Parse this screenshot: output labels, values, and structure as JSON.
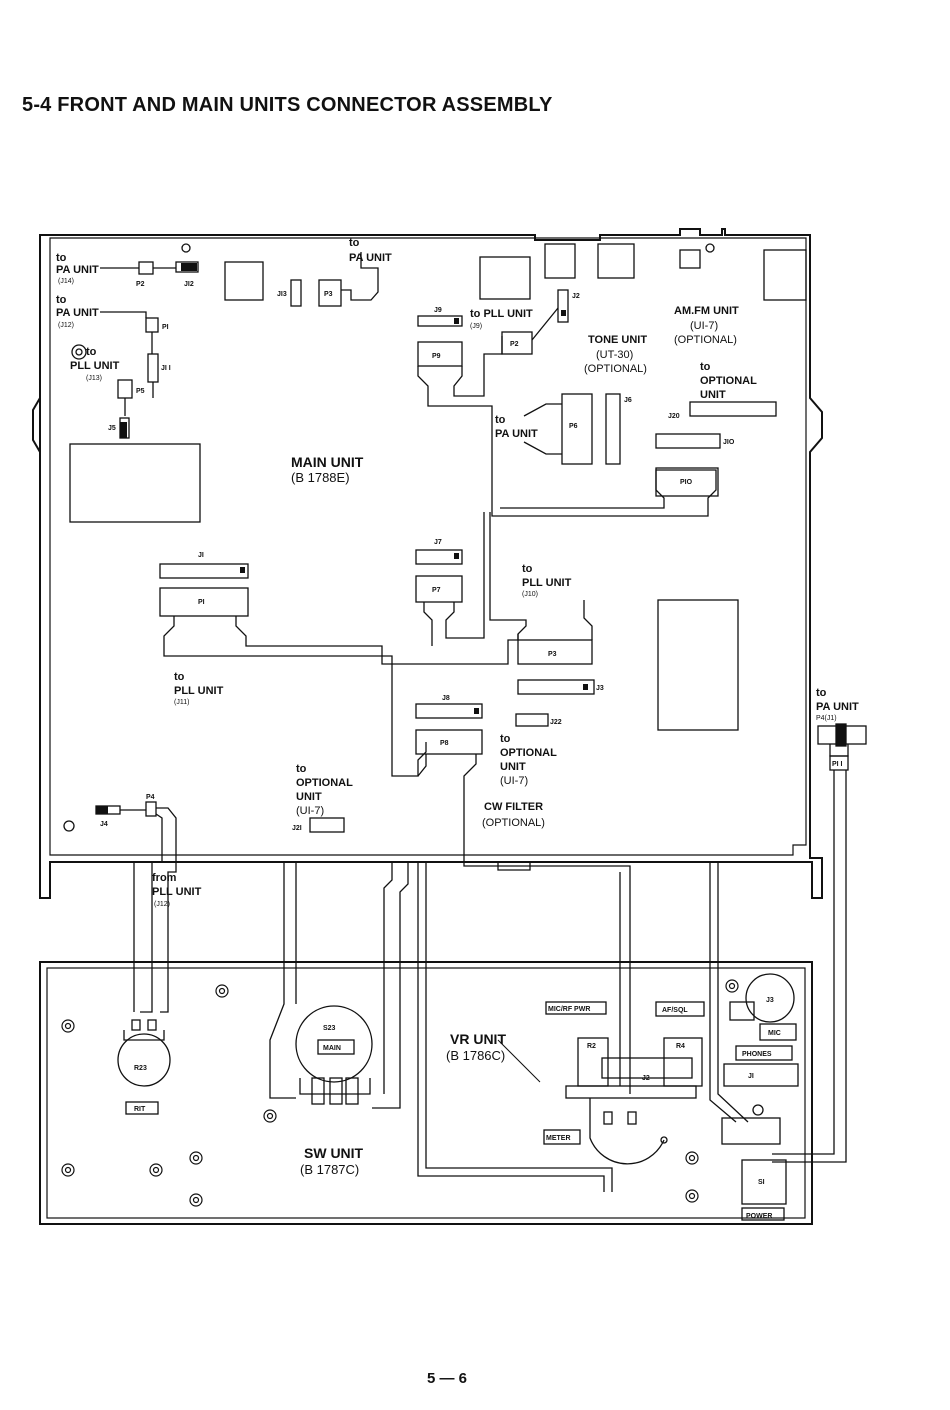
{
  "page": {
    "title": "5-4 FRONT AND MAIN UNITS CONNECTOR ASSEMBLY",
    "page_number": "5 — 6"
  },
  "main_unit": {
    "name": "MAIN UNIT",
    "code": "(B 1788E)"
  },
  "sw_unit": {
    "name": "SW UNIT",
    "code": "(B 1787C)"
  },
  "vr_unit": {
    "name": "VR UNIT",
    "code": "(B 1786C)"
  },
  "routes": {
    "pa_j14": {
      "to": "to",
      "dest": "PA UNIT",
      "ref": "(J14)"
    },
    "pa_j12": {
      "to": "to",
      "dest": "PA UNIT",
      "ref": "(J12)"
    },
    "pll_j13": {
      "to": "to",
      "dest": "PLL UNIT",
      "ref": "(J13)"
    },
    "pa_top": {
      "to": "to",
      "dest": "PA UNIT"
    },
    "pll_j9": {
      "dest": "to PLL UNIT",
      "ref": "(J9)"
    },
    "pa_p6": {
      "to": "to",
      "dest": "PA UNIT"
    },
    "pll_j10": {
      "to": "to",
      "dest": "PLL UNIT",
      "ref": "(J10)"
    },
    "pll_j11": {
      "to": "to",
      "dest": "PLL UNIT",
      "ref": "(J11)"
    },
    "opt_j21": {
      "to": "to",
      "dest": "OPTIONAL",
      "dest2": "UNIT",
      "ref": "(UI-7)"
    },
    "opt_j22": {
      "to": "to",
      "dest": "OPTIONAL",
      "dest2": "UNIT",
      "ref": "(UI-7)"
    },
    "opt_j20": {
      "to": "to",
      "dest": "OPTIONAL",
      "dest2": "UNIT"
    },
    "pll_from": {
      "from": "from",
      "dest": "PLL UNIT",
      "ref": "(J12)"
    },
    "pa_right": {
      "to": "to",
      "dest": "PA UNIT",
      "ref": "P4(J1)"
    }
  },
  "optional_units": {
    "amfm": {
      "name": "AM.FM UNIT",
      "ref": "(UI-7)",
      "note": "(OPTIONAL)"
    },
    "tone": {
      "name": "TONE UNIT",
      "ref": "(UT-30)",
      "note": "(OPTIONAL)"
    },
    "cw": {
      "name": "CW FILTER",
      "note": "(OPTIONAL)"
    }
  },
  "connectors": {
    "P1": "PI",
    "P2": "P2",
    "P3": "P3",
    "P4": "P4",
    "P5": "P5",
    "P6": "P6",
    "P7": "P7",
    "P8": "P8",
    "P9": "P9",
    "P10": "PIO",
    "P11": "PI I",
    "J1": "JI",
    "J2": "J2",
    "J3": "J3",
    "J4": "J4",
    "J5": "J5",
    "J6": "J6",
    "J7": "J7",
    "J8": "J8",
    "J10": "JIO",
    "J11": "JI I",
    "J12": "JI2",
    "J13": "JI3",
    "J20": "J20",
    "J21": "J2I",
    "J22": "J22"
  },
  "front_panel": {
    "rit": "RIT",
    "r23": "R23",
    "s23": "S23",
    "main": "MAIN",
    "mic_rf_pwr": "MIC/RF PWR",
    "af_sql": "AF/SQL",
    "r2": "R2",
    "r4": "R4",
    "j2": "J2",
    "meter": "METER",
    "j3": "J3",
    "mic": "MIC",
    "phones": "PHONES",
    "j1": "JI",
    "s1": "SI",
    "power": "POWER"
  },
  "colors": {
    "line": "#111111",
    "background": "#ffffff"
  }
}
